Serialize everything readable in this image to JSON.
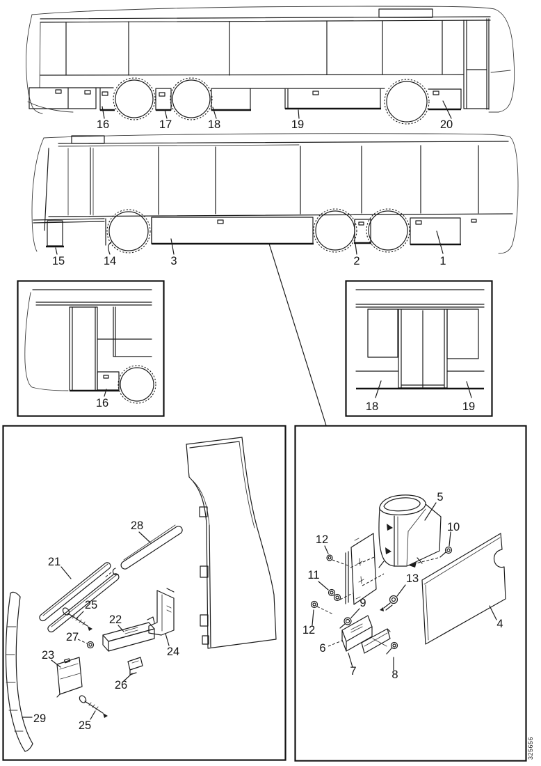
{
  "diagram": {
    "sheet_number": "325656",
    "upper_view": {
      "c16": "16",
      "c17": "17",
      "c18": "18",
      "c19": "19",
      "c20": "20"
    },
    "lower_view": {
      "c15": "15",
      "c14": "14",
      "c3": "3",
      "c2": "2",
      "c1": "1"
    },
    "front_door_detail": {
      "c16": "16"
    },
    "center_door_detail": {
      "c18": "18",
      "c19": "19"
    },
    "left_exploded": {
      "c21": "21",
      "c28": "28",
      "c25_top": "25",
      "c22": "22",
      "c27": "27",
      "c23": "23",
      "c24": "24",
      "c26": "26",
      "c29": "29",
      "c25_bottom": "25"
    },
    "right_exploded": {
      "c5": "5",
      "c10": "10",
      "c12_top": "12",
      "c11": "11",
      "c13": "13",
      "c9": "9",
      "c12_bottom": "12",
      "c6": "6",
      "c7": "7",
      "c8": "8",
      "c4": "4"
    }
  }
}
